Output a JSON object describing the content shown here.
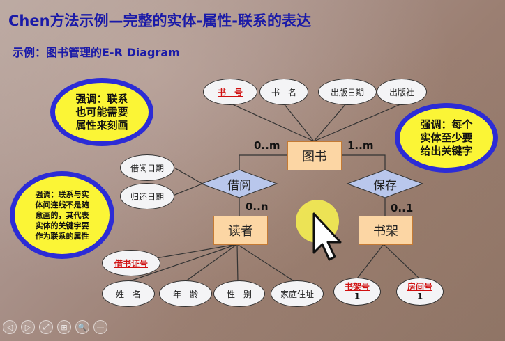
{
  "title": "Chen方法示例—完整的实体-属性-联系的表达",
  "subtitle": "示例：图书管理的E-R Diagram",
  "entities": {
    "book": "图书",
    "reader": "读者",
    "shelf": "书架"
  },
  "relationships": {
    "borrow": "借阅",
    "store": "保存"
  },
  "attributes": {
    "book_no": "书　号",
    "book_name": "书　名",
    "pub_date": "出版日期",
    "publisher": "出版社",
    "borrow_date": "借阅日期",
    "return_date": "归还日期",
    "card_no": "借书证号",
    "name": "姓　名",
    "age": "年　龄",
    "gender": "性　别",
    "address": "家庭住址",
    "shelf_no": "书架号",
    "shelf_no_sub": "1",
    "room_no": "房间号",
    "room_no_sub": "1"
  },
  "cardinalities": {
    "book_borrow": "0..m",
    "book_store": "1..m",
    "borrow_reader": "0..n",
    "store_shelf": "0..1"
  },
  "notes": {
    "left_top": "强调：联系\n也可能需要\n属性来刻画",
    "left_bottom": "强调：联系与实\n体间连线不是随\n意画的，其代表\n实体的关键字要\n作为联系的属性",
    "right": "强调：每个\n实体至少要\n给出关键字"
  },
  "toolbar": [
    "◁",
    "▷",
    "⤢",
    "⊞",
    "🔍",
    "—"
  ],
  "colors": {
    "title": "#1a1aa8",
    "entity_fill": "#fcd6a4",
    "relationship_fill": "#b9c7ec",
    "note_fill": "#fbf536",
    "note_border": "#2c2cd6",
    "key_text": "#d01010"
  }
}
